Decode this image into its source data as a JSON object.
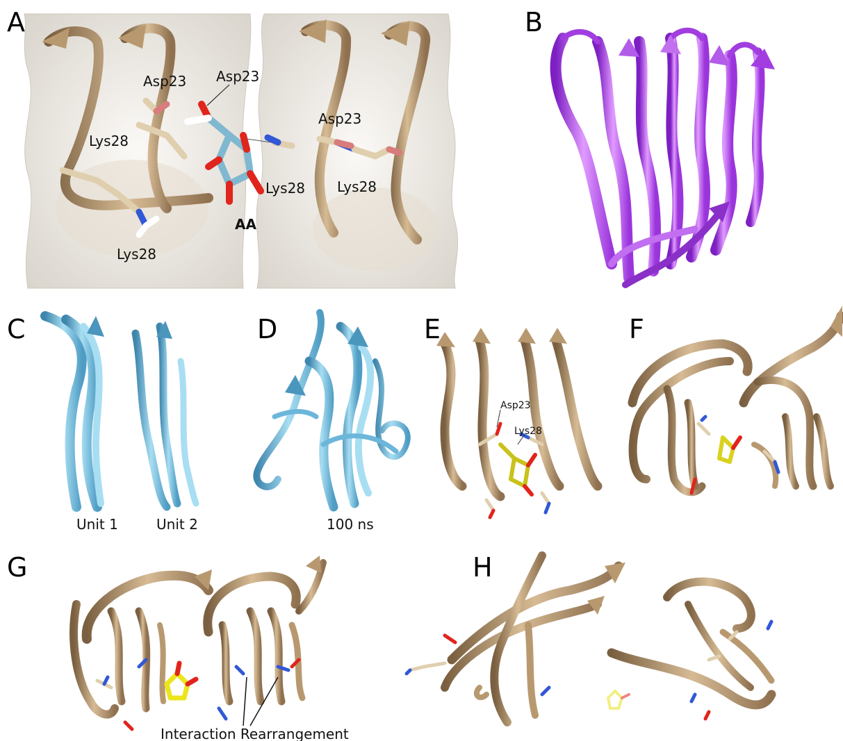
{
  "panels": {
    "A": {
      "label": "A",
      "residues": [
        "Asp23",
        "Asp23",
        "Asp23",
        "Lys28",
        "Lys28",
        "Lys28",
        "Lys28"
      ],
      "ligand": "AA"
    },
    "B": {
      "label": "B"
    },
    "C": {
      "label": "C",
      "captions": [
        "Unit 1",
        "Unit 2"
      ]
    },
    "D": {
      "label": "D",
      "caption": "100 ns"
    },
    "E": {
      "label": "E",
      "residues": [
        "Asp23",
        "Lys28"
      ]
    },
    "F": {
      "label": "F"
    },
    "G": {
      "label": "G",
      "caption": "Interaction Rearrangement"
    },
    "H": {
      "label": "H"
    }
  },
  "colors": {
    "tan": "#c9ac86",
    "tan_dark": "#8a6e4c",
    "surface": "#f1ede7",
    "purple": "#a23ee0",
    "purple_light": "#d48cf2",
    "cyan": "#7cc6e6",
    "cyan_dark": "#4a96bd",
    "ligand_cyan": "#7fb8d0",
    "oxygen": "#e0251c",
    "nitrogen": "#3158d6",
    "yellow": "#e8e21e"
  }
}
